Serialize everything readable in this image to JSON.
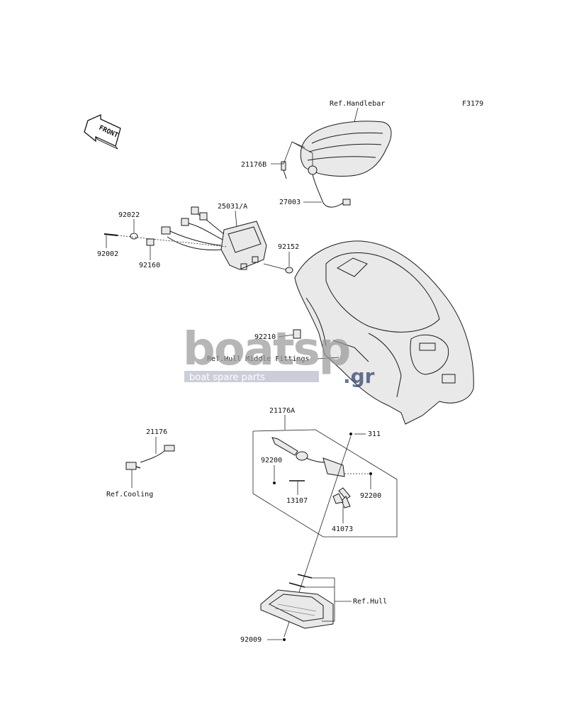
{
  "figure_code": "F3179",
  "front_marker": "FRONT",
  "watermark": {
    "brand": "boatsp",
    "suffix": ".gr",
    "tagline": "boat spare parts"
  },
  "labels": {
    "ref_handlebar": "Ref.Handlebar",
    "p21176B": "21176B",
    "p27003": "27003",
    "p25031A": "25031/A",
    "p92022": "92022",
    "p92002": "92002",
    "p92160": "92160",
    "p92152": "92152",
    "p92210": "92210",
    "ref_hull_middle": "Ref.Hull Middle Fittings",
    "p21176A": "21176A",
    "p21176": "21176",
    "ref_cooling": "Ref.Cooling",
    "p311": "311",
    "p92200_left": "92200",
    "p92200_right": "92200",
    "p13107": "13107",
    "p41073": "41073",
    "ref_hull": "Ref.Hull",
    "p92009": "92009"
  }
}
